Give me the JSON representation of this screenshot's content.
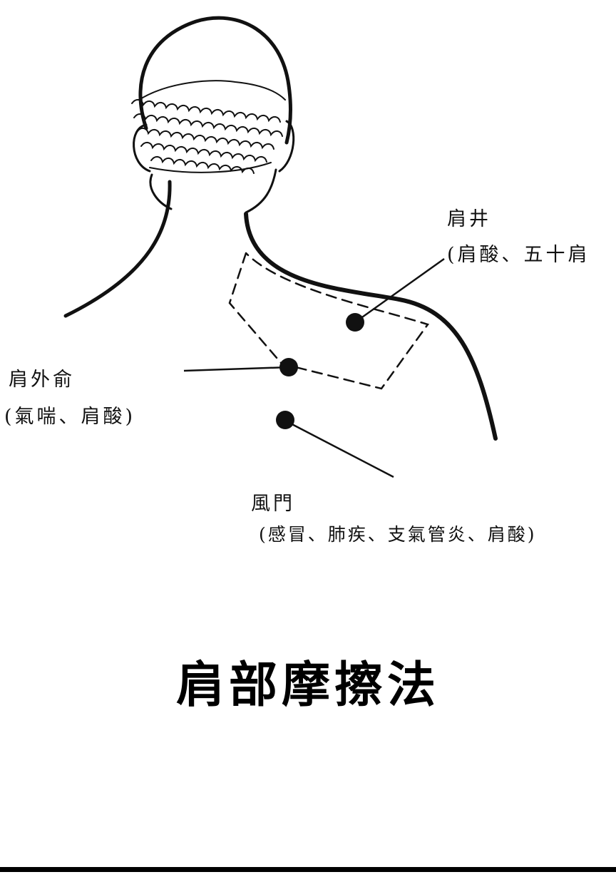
{
  "title": "肩部摩擦法",
  "points": [
    {
      "name": "肩井",
      "indications": "(肩酸、五十肩"
    },
    {
      "name": "肩外俞",
      "indications": "(氣喘、肩酸)"
    },
    {
      "name": "風門",
      "indications": "(感冒、肺疾、支氣管炎、肩酸)"
    }
  ],
  "colors": {
    "ink": "#111111",
    "background": "#ffffff"
  }
}
